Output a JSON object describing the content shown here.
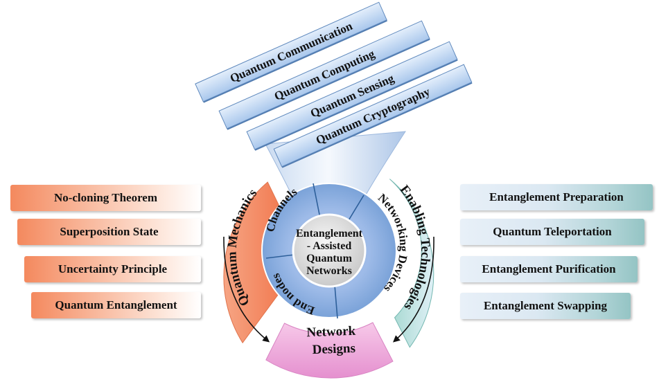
{
  "apps": [
    "Quantum Communication",
    "Quantum Computing",
    "Quantum Sensing",
    "Quantum Cryptography"
  ],
  "center": [
    "Entanglement",
    "- Assisted",
    "Quantum",
    "Networks"
  ],
  "inner_ring": {
    "channels": "Channels",
    "networking_devices": "Networking Devices",
    "end_nodes": "End nodes"
  },
  "outer_ring": {
    "quantum_mechanics": "Quantum Mechanics",
    "enabling_technologies": "Enabling Technologies",
    "network_designs_1": "Network",
    "network_designs_2": "Designs"
  },
  "left_items": [
    "No-cloning Theorem",
    "Superposition State",
    "Uncertainty Principle",
    "Quantum Entanglement"
  ],
  "right_items": [
    "Entanglement Preparation",
    "Quantum Teleportation",
    "Entanglement Purification",
    "Entanglement Swapping"
  ],
  "colors": {
    "quantum_mechanics": "#f58a62",
    "enabling_technologies": "#7fc6bf",
    "network_designs": "#ea9bd3",
    "inner_ring": "#8ab0e2",
    "center": "#d9d9d9",
    "plates": "#bcd4f0"
  }
}
